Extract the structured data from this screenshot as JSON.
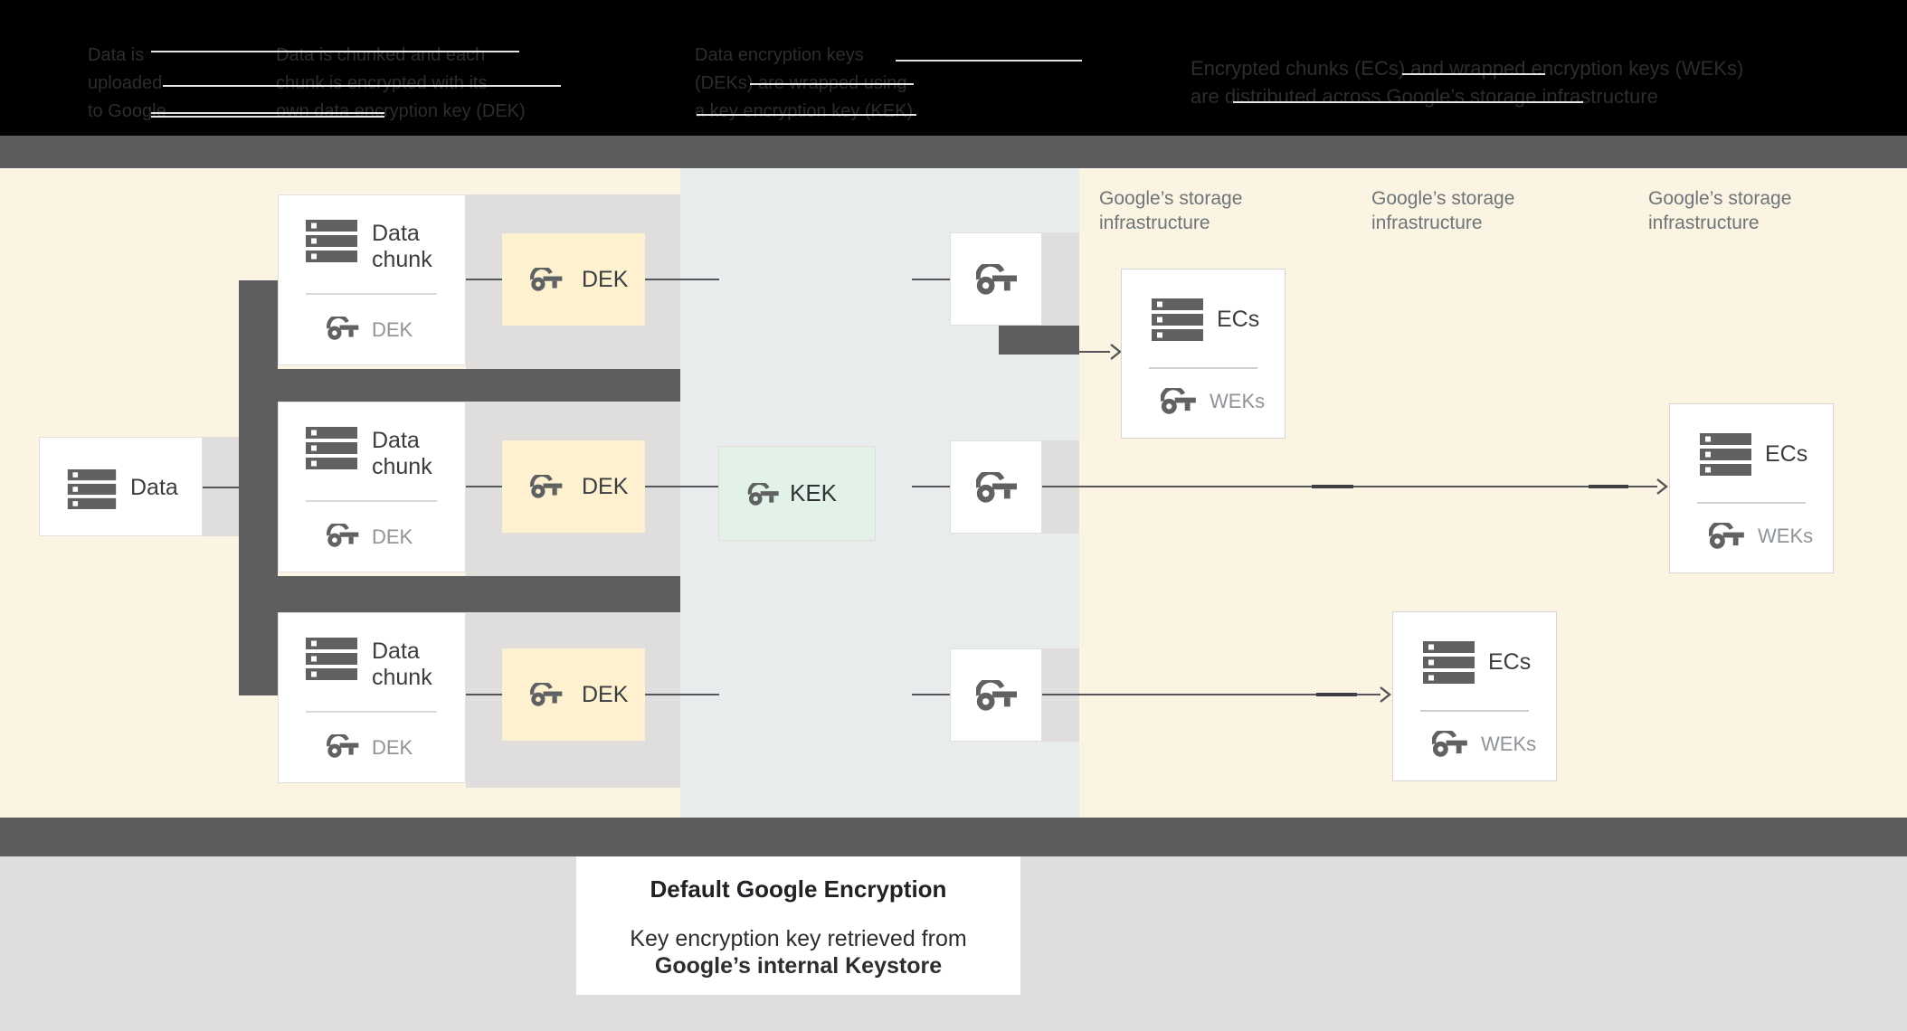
{
  "header": {
    "columns": [
      {
        "lines": [
          "Data is",
          "uploaded",
          "to Google"
        ]
      },
      {
        "lines": [
          "Data is chunked and each",
          "chunk is encrypted with its",
          "own data encryption key (DEK)"
        ]
      },
      {
        "lines": [
          "Data encryption keys",
          "(DEKs) are wrapped using",
          "a key encryption key (KEK)"
        ]
      },
      {
        "lines": [
          "Encrypted chunks (ECs) and wrapped encryption keys (WEKs)",
          "are distributed across Google’s storage infrastructure"
        ]
      }
    ]
  },
  "diagram": {
    "data_box": {
      "label": "Data"
    },
    "chunks": [
      {
        "line1": "Data",
        "line2": "chunk",
        "key_label": "DEK",
        "dek_box_label": "DEK"
      },
      {
        "line1": "Data",
        "line2": "chunk",
        "key_label": "DEK",
        "dek_box_label": "DEK"
      },
      {
        "line1": "Data",
        "line2": "chunk",
        "key_label": "DEK",
        "dek_box_label": "DEK"
      }
    ],
    "kek_box": {
      "label": "KEK"
    },
    "storage_labels": [
      {
        "line1": "Google’s storage",
        "line2": "infrastructure"
      },
      {
        "line1": "Google’s storage",
        "line2": "infrastructure"
      },
      {
        "line1": "Google’s storage",
        "line2": "infrastructure"
      }
    ],
    "ecs_boxes": [
      {
        "label": "ECs",
        "keys_label": "WEKs"
      },
      {
        "label": "ECs",
        "keys_label": "WEKs"
      },
      {
        "label": "ECs",
        "keys_label": "WEKs"
      }
    ]
  },
  "footer": {
    "title": "Default Google Encryption",
    "body_line1": "Key encryption key retrieved from",
    "body_line2": "Google’s internal Keystore"
  },
  "colors": {
    "cream_bg": "#fbf4e2",
    "mid_panel_bg": "#e9eced",
    "row_strip": "#dfdedd",
    "dek_box": "#fdf1cf",
    "kek_box": "#e3f2e9",
    "bar_gray": "#5e5e60",
    "icon_gray": "#5f6163",
    "label_dark": "#3a3d40",
    "label_gray": "#8f9499",
    "bottom_bg": "#dedede"
  }
}
